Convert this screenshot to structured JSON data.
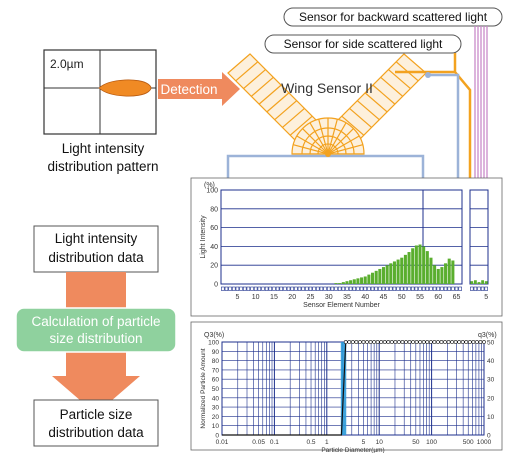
{
  "pattern": {
    "scale_label": "2.0µm",
    "caption_line1": "Light intensity",
    "caption_line2": "distribution pattern"
  },
  "detection_label": "Detection",
  "wing_sensor_label": "Wing Sensor II",
  "sensor_back_label": "Sensor for backward scattered light",
  "sensor_side_label": "Sensor for side scattered light",
  "flow": {
    "box1_line1": "Light intensity",
    "box1_line2": "distribution data",
    "calc_line1": "Calculation of particle",
    "calc_line2": "size distribution",
    "box2_line1": "Particle size",
    "box2_line2": "distribution data"
  },
  "colors": {
    "sensor_orange": "#f3a21f",
    "arrow_salmon": "#ef8a5e",
    "calc_green": "#8fd19e",
    "bar_green": "#5aae2e",
    "blue_line": "#9cb3d8",
    "frame_navy": "#1c2f8c",
    "pink_line": "#c98ac9",
    "psd_blue": "#2a9ad8"
  },
  "chart_data": [
    {
      "type": "bar",
      "unit_label": "(%)",
      "ylabel": "Light Intensity",
      "xlabel": "Sensor Element Number",
      "ylim": [
        0,
        100
      ],
      "yticks": [
        "100",
        "80",
        "60",
        "40",
        "20",
        "0"
      ],
      "xticks": [
        "5",
        "10",
        "15",
        "20",
        "25",
        "30",
        "35",
        "40",
        "45",
        "50",
        "55",
        "60",
        "65"
      ],
      "side_xtick": "5",
      "element_count": 66,
      "values": [
        0,
        0,
        0,
        0,
        0,
        0,
        0,
        0,
        0,
        0,
        0,
        0,
        0,
        0,
        0,
        0,
        0,
        0,
        0,
        0,
        0,
        0,
        0,
        0,
        0,
        0,
        0,
        0,
        0,
        0,
        0,
        1,
        1,
        2,
        3,
        4,
        5,
        6,
        7,
        8,
        10,
        12,
        14,
        16,
        18,
        20,
        22,
        24,
        26,
        28,
        31,
        34,
        38,
        41,
        42,
        40,
        35,
        28,
        20,
        16,
        18,
        22,
        27,
        25,
        0,
        0
      ],
      "side_values": [
        3,
        4,
        2,
        4,
        3
      ]
    },
    {
      "type": "area",
      "left_unit": "Q3(%)",
      "right_unit": "q3(%)",
      "ylabel": "Normalized Particle Amount",
      "xlabel": "Particle Diameter(µm)",
      "left_yticks": [
        "100",
        "90",
        "80",
        "70",
        "60",
        "50",
        "40",
        "30",
        "20",
        "10",
        "0"
      ],
      "right_yticks": [
        "50",
        "40",
        "30",
        "20",
        "10",
        "0"
      ],
      "xticks": [
        "0.01",
        "0.05",
        "0.1",
        "0.5",
        "1",
        "5",
        "10",
        "50",
        "100",
        "500",
        "1000"
      ],
      "cumulative": {
        "x": [
          0.01,
          1.9,
          2.3,
          1000
        ],
        "y": [
          0,
          0,
          100,
          100
        ]
      },
      "frequency_band": [
        1.85,
        2.35
      ]
    }
  ]
}
